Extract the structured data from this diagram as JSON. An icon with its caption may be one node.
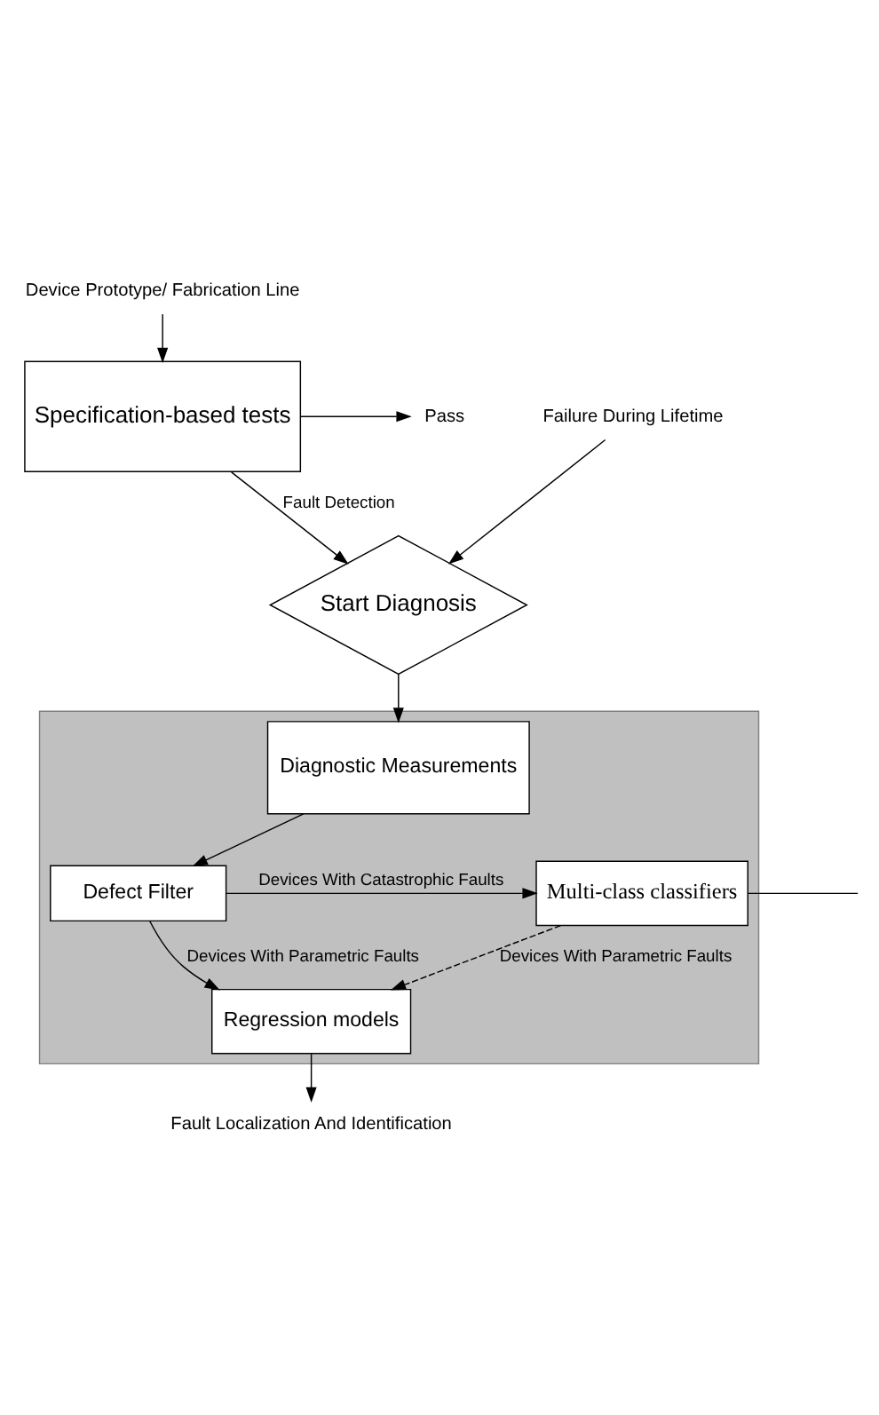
{
  "diagram": {
    "nodes": [
      {
        "text": [
          "Device Prototype/ Fabrication Line"
        ]
      },
      {
        "text": [
          "Pass"
        ]
      },
      {
        "text": [
          "Specification-based tests"
        ]
      },
      {
        "text": [
          "Failure During Lifetime"
        ]
      },
      {
        "text": [
          "Start Diagnosis"
        ]
      },
      {
        "text": [],
        "shape": "box"
      },
      {
        "text": [
          "Diagnostic Measurements"
        ],
        "in": 5
      },
      {
        "text": [
          "Defect Filter"
        ],
        "in": 5
      },
      {
        "text": [
          "Multi-class classifiers"
        ],
        "in": 5
      },
      {
        "text": [
          "Regression models"
        ],
        "in": 5
      },
      {
        "text": [
          "Fault Localization And Identification"
        ]
      }
    ],
    "edges": [
      {
        "from": 0,
        "to": 2,
        "arrow": "to"
      },
      {
        "from": 2,
        "to": 1,
        "arrow": "to"
      },
      {
        "from": 2,
        "to": 4,
        "arrow": "to",
        "label": "Fault Detection"
      },
      {
        "from": 3,
        "to": 4,
        "arrow": "to"
      },
      {
        "from": 4,
        "to": 6,
        "arrow": "to"
      },
      {
        "from": 6,
        "to": 7,
        "arrow": "to"
      },
      {
        "from": 7,
        "to": 8,
        "arrow": "to",
        "label": "Devices With Catastrophic Faults"
      },
      {
        "from": 7,
        "to": 9,
        "arrow": "to",
        "label": "Devices With Parametric Faults"
      },
      {
        "from": 8,
        "to": 9,
        "arrow": "to",
        "label": "Devices With Parametric Faults",
        "style": "dashed"
      },
      {
        "from": 8,
        "to": null,
        "arrow": "none"
      },
      {
        "from": 9,
        "to": 10,
        "arrow": "to"
      }
    ]
  }
}
